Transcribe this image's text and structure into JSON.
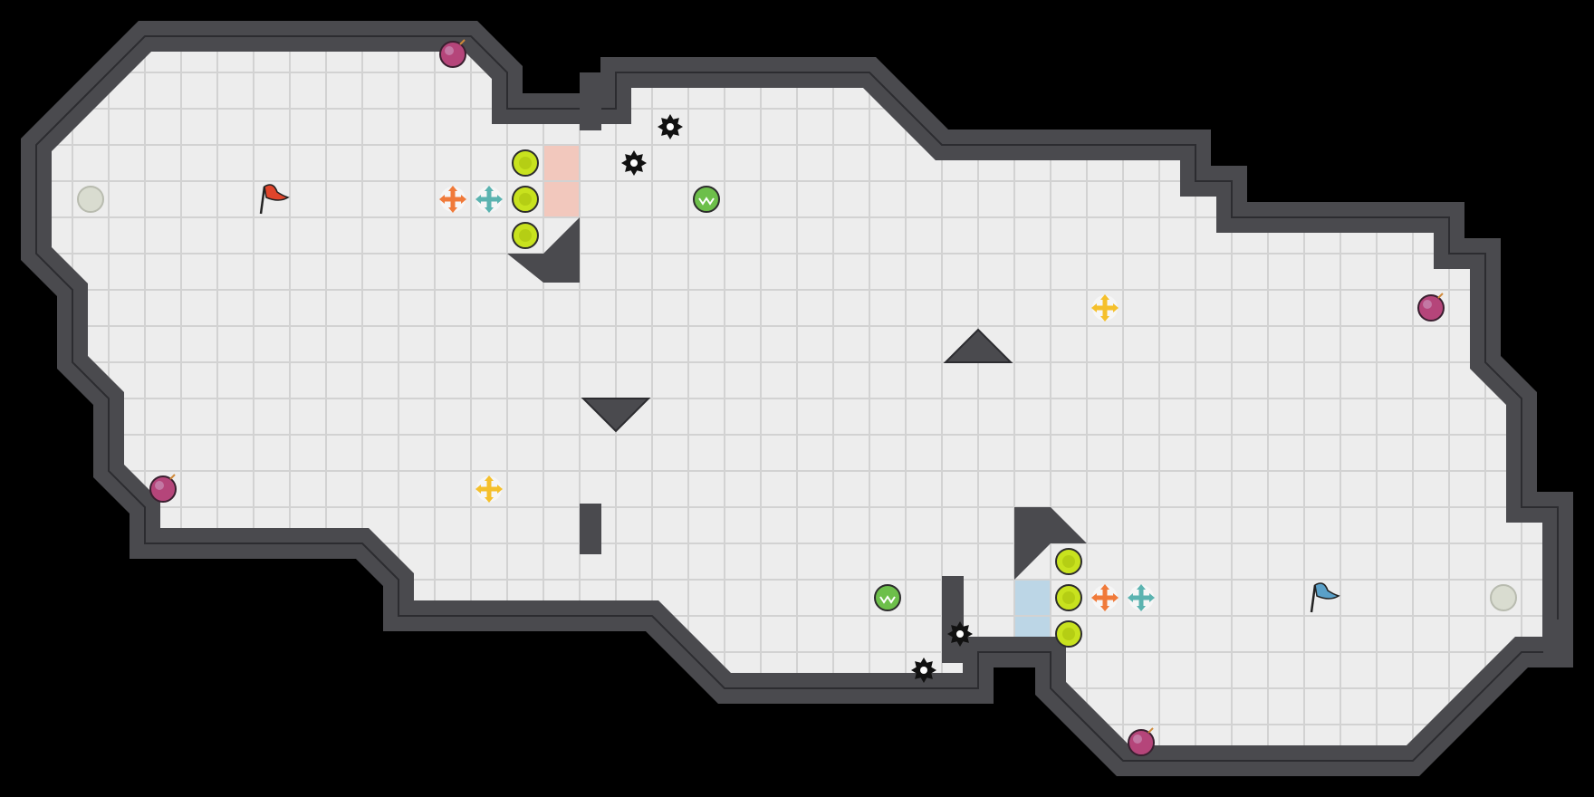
{
  "game": {
    "grid": {
      "cols": 44,
      "rows": 22
    },
    "colors": {
      "background": "#000000",
      "floor": "#ededed",
      "grid_line": "#d2d2d2",
      "wall": "#4a4a4e",
      "wall_edge": "#2c2c30",
      "red_team": "#e0452b",
      "blue_team": "#5aa0c8",
      "powerup": "#c8e21e",
      "bomb": "#b5457a",
      "spike": "#111111",
      "boost_orange": "#f07a3a",
      "boost_teal": "#5bb3b0",
      "boost_yellow": "#f5c02c",
      "mine": "#6dbf4a"
    },
    "walls": [
      [
        4,
        0,
        14,
        1
      ],
      [
        4,
        1,
        5,
        2
      ],
      [
        13,
        1,
        14,
        2
      ],
      [
        3,
        1,
        4,
        2
      ],
      [
        2,
        2,
        4,
        3
      ],
      [
        2,
        2,
        3,
        3
      ],
      [
        14,
        2,
        15,
        3
      ],
      [
        0,
        3,
        2,
        4
      ],
      [
        0,
        3,
        1,
        8
      ],
      [
        0,
        7,
        2,
        8
      ],
      [
        2,
        7,
        3,
        8
      ],
      [
        2,
        8,
        3,
        11
      ],
      [
        2,
        10,
        3,
        11
      ],
      [
        3,
        11,
        4,
        14
      ],
      [
        3,
        13,
        5,
        14
      ],
      [
        4,
        14,
        5,
        15
      ],
      [
        4,
        15,
        11,
        16
      ],
      [
        10,
        15,
        11,
        16
      ],
      [
        10,
        16,
        12,
        17
      ],
      [
        11,
        17,
        18,
        18
      ],
      [
        18,
        17,
        19,
        18
      ],
      [
        19,
        18,
        20,
        19
      ],
      [
        20,
        19,
        27,
        20
      ],
      [
        26,
        18,
        27,
        20
      ],
      [
        26,
        18,
        28,
        19
      ],
      [
        27,
        14,
        28,
        18
      ],
      [
        28,
        14,
        29,
        15
      ],
      [
        28,
        18,
        30,
        19
      ],
      [
        29,
        18,
        30,
        19
      ],
      [
        30,
        19,
        31,
        20
      ],
      [
        30,
        20,
        31,
        22
      ],
      [
        30,
        21,
        40,
        22
      ],
      [
        39,
        20,
        40,
        22
      ],
      [
        39,
        20,
        41,
        21
      ],
      [
        41,
        19,
        42,
        20
      ],
      [
        42,
        18,
        43,
        19
      ],
      [
        43,
        18,
        44,
        19
      ],
      [
        43,
        14,
        44,
        19
      ],
      [
        42,
        14,
        44,
        15
      ],
      [
        41,
        13,
        42,
        14
      ],
      [
        41,
        11,
        42,
        13
      ],
      [
        40,
        10,
        41,
        11
      ],
      [
        40,
        7,
        41,
        10
      ],
      [
        39,
        7,
        40,
        8
      ],
      [
        39,
        6,
        40,
        7
      ],
      [
        33,
        6,
        40,
        7
      ],
      [
        33,
        5,
        34,
        6
      ],
      [
        32,
        5,
        34,
        6
      ],
      [
        32,
        4,
        33,
        5
      ],
      [
        26,
        4,
        33,
        5
      ],
      [
        25,
        3,
        26,
        4
      ],
      [
        24,
        2,
        25,
        3
      ],
      [
        17,
        2,
        24,
        3
      ],
      [
        17,
        2,
        18,
        4
      ],
      [
        16,
        3,
        18,
        4
      ],
      [
        16,
        3,
        17,
        7
      ],
      [
        15,
        6,
        17,
        7
      ],
      [
        15,
        7,
        16,
        8
      ],
      [
        14,
        7,
        15,
        8
      ],
      [
        14,
        3,
        16,
        4
      ],
      [
        14,
        2,
        15,
        4
      ]
    ],
    "diag_walls": [
      [
        2,
        2,
        "nw"
      ],
      [
        3,
        1,
        "nw"
      ],
      [
        1,
        3,
        "nw"
      ],
      [
        2,
        8,
        "sw"
      ],
      [
        3,
        11,
        "sw"
      ],
      [
        14,
        2,
        "ne"
      ],
      [
        15,
        7,
        "se"
      ],
      [
        14,
        7,
        "sw"
      ],
      [
        18,
        17,
        "ne"
      ],
      [
        19,
        18,
        "ne"
      ],
      [
        24,
        2,
        "ne"
      ],
      [
        25,
        3,
        "ne"
      ],
      [
        28,
        14,
        "ne"
      ],
      [
        29,
        15,
        "nw"
      ],
      [
        29,
        18,
        "sw"
      ],
      [
        30,
        19,
        "sw"
      ],
      [
        41,
        19,
        "se"
      ],
      [
        42,
        18,
        "se"
      ],
      [
        39,
        20,
        "se"
      ],
      [
        40,
        10,
        "ne"
      ],
      [
        41,
        11,
        "ne"
      ]
    ],
    "tinted_tiles": [
      {
        "col": 15,
        "row": 4,
        "team": "red"
      },
      {
        "col": 15,
        "row": 5,
        "team": "red"
      },
      {
        "col": 28,
        "row": 16,
        "team": "blue"
      },
      {
        "col": 28,
        "row": 17,
        "team": "blue"
      }
    ],
    "pieces": [
      {
        "type": "bomb",
        "col": 12.5,
        "row": 1.5
      },
      {
        "type": "bomb",
        "col": 4.5,
        "row": 13.5
      },
      {
        "type": "bomb",
        "col": 39.5,
        "row": 8.5
      },
      {
        "type": "bomb",
        "col": 31.5,
        "row": 20.5
      },
      {
        "type": "powerup",
        "col": 14.5,
        "row": 4.5
      },
      {
        "type": "powerup",
        "col": 14.5,
        "row": 5.5
      },
      {
        "type": "powerup",
        "col": 14.5,
        "row": 6.5
      },
      {
        "type": "powerup",
        "col": 29.5,
        "row": 15.5
      },
      {
        "type": "powerup",
        "col": 29.5,
        "row": 16.5
      },
      {
        "type": "powerup",
        "col": 29.5,
        "row": 17.5
      },
      {
        "type": "spike",
        "col": 18.5,
        "row": 3.5
      },
      {
        "type": "spike",
        "col": 17.5,
        "row": 4.5
      },
      {
        "type": "spike",
        "col": 26.5,
        "row": 17.5
      },
      {
        "type": "spike",
        "col": 25.5,
        "row": 18.5
      },
      {
        "type": "mine",
        "col": 19.5,
        "row": 5.5
      },
      {
        "type": "mine",
        "col": 24.5,
        "row": 16.5
      },
      {
        "type": "boost_orange",
        "col": 12.5,
        "row": 5.5
      },
      {
        "type": "boost_teal",
        "col": 13.5,
        "row": 5.5
      },
      {
        "type": "boost_orange",
        "col": 30.5,
        "row": 16.5
      },
      {
        "type": "boost_teal",
        "col": 31.5,
        "row": 16.5
      },
      {
        "type": "boost_yellow",
        "col": 13.5,
        "row": 13.5
      },
      {
        "type": "boost_yellow",
        "col": 30.5,
        "row": 8.5
      },
      {
        "type": "flag_red",
        "col": 7.5,
        "row": 5.5
      },
      {
        "type": "flag_blue",
        "col": 36.5,
        "row": 16.5
      },
      {
        "type": "endzone",
        "col": 2.5,
        "row": 5.5
      },
      {
        "type": "endzone",
        "col": 41.5,
        "row": 16.5
      },
      {
        "type": "triangle_down",
        "col": 17,
        "row": 11
      },
      {
        "type": "triangle_up",
        "col": 27,
        "row": 10
      }
    ]
  }
}
